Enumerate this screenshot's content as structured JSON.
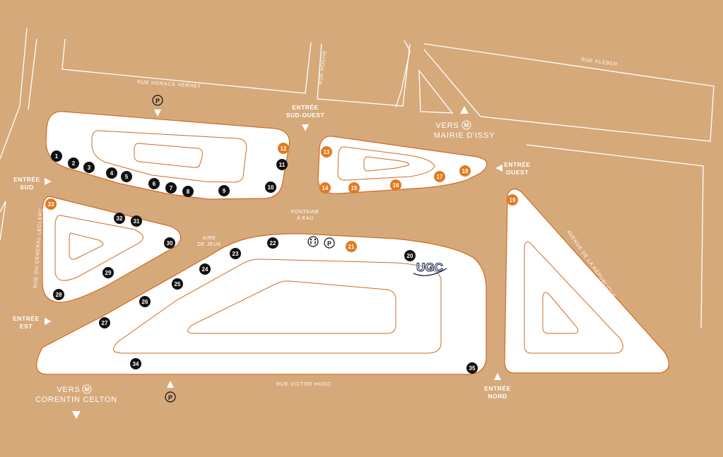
{
  "streets": {
    "horace_vernet": "RUE HORACE VERNET",
    "hoche": "RUE HOCHE",
    "kleber": "RUE KLÉBER",
    "general_leclerc": "RUE DU GÉNÉRAL LECLERC",
    "victor_hugo": "RUE VICTOR HUGO",
    "republique": "AVENUE DE LA RÉPUBLIQUE"
  },
  "entrances": {
    "sud": [
      "ENTRÉE",
      "SUD"
    ],
    "sud_ouest": [
      "ENTRÉE",
      "SUD-OUEST"
    ],
    "ouest": [
      "ENTRÉE",
      "OUEST"
    ],
    "est": [
      "ENTRÉE",
      "EST"
    ],
    "nord": [
      "ENTRÉE",
      "NORD"
    ]
  },
  "metro": {
    "mairie_issy": [
      "VERS",
      "MAIRIE D'ISSY"
    ],
    "corentin_celton": [
      "VERS",
      "CORENTIN CELTON"
    ],
    "metro_symbol": "M"
  },
  "amenities": {
    "fontaine": [
      "FONTAINE",
      "À EAU"
    ],
    "aire_jeux": [
      "AIRE",
      "DE JEUX"
    ],
    "parking_symbol": "P",
    "cinema": "UGC"
  },
  "colors": {
    "background": "#D6A97B",
    "block": "#FFFFFF",
    "outline": "#D2691E",
    "marker_dark": "#111111",
    "marker_orange": "#E07B1F"
  },
  "markers": [
    {
      "n": "1",
      "kind": "dark"
    },
    {
      "n": "2",
      "kind": "dark"
    },
    {
      "n": "3",
      "kind": "dark"
    },
    {
      "n": "4",
      "kind": "dark"
    },
    {
      "n": "5",
      "kind": "dark"
    },
    {
      "n": "6",
      "kind": "dark"
    },
    {
      "n": "7",
      "kind": "dark"
    },
    {
      "n": "8",
      "kind": "dark"
    },
    {
      "n": "9",
      "kind": "dark"
    },
    {
      "n": "10",
      "kind": "dark"
    },
    {
      "n": "11",
      "kind": "dark"
    },
    {
      "n": "12",
      "kind": "orange"
    },
    {
      "n": "13",
      "kind": "orange"
    },
    {
      "n": "14",
      "kind": "orange"
    },
    {
      "n": "15",
      "kind": "orange"
    },
    {
      "n": "16",
      "kind": "orange"
    },
    {
      "n": "17",
      "kind": "orange"
    },
    {
      "n": "18",
      "kind": "orange"
    },
    {
      "n": "19",
      "kind": "orange"
    },
    {
      "n": "20",
      "kind": "dark"
    },
    {
      "n": "21",
      "kind": "orange"
    },
    {
      "n": "22",
      "kind": "dark"
    },
    {
      "n": "23",
      "kind": "dark"
    },
    {
      "n": "24",
      "kind": "dark"
    },
    {
      "n": "25",
      "kind": "dark"
    },
    {
      "n": "26",
      "kind": "dark"
    },
    {
      "n": "27",
      "kind": "dark"
    },
    {
      "n": "28",
      "kind": "dark"
    },
    {
      "n": "29",
      "kind": "dark"
    },
    {
      "n": "30",
      "kind": "dark"
    },
    {
      "n": "31",
      "kind": "dark"
    },
    {
      "n": "32",
      "kind": "dark"
    },
    {
      "n": "33",
      "kind": "orange"
    },
    {
      "n": "34",
      "kind": "dark"
    },
    {
      "n": "35",
      "kind": "dark"
    }
  ]
}
